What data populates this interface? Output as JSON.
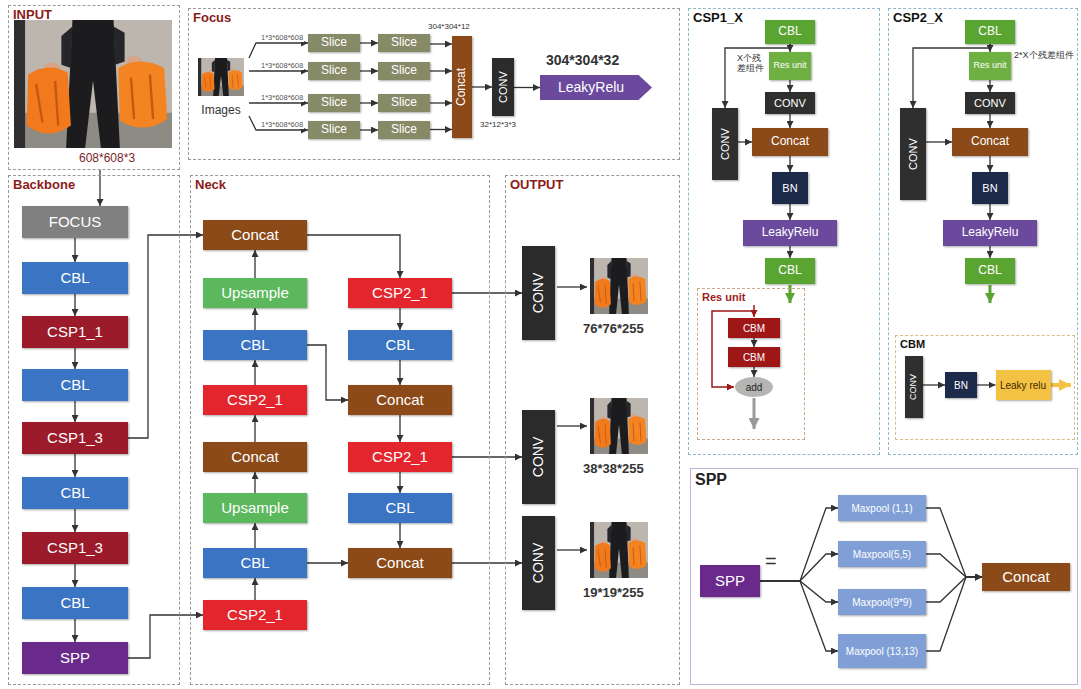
{
  "diagram": {
    "nodes": [
      {
        "text": [
          "INPUT",
          "608*608*3"
        ]
      },
      {
        "text": [
          "Focus"
        ]
      },
      {
        "text": [
          "Images"
        ],
        "in": 1
      },
      {
        "text": [
          "Slice"
        ],
        "in": 1
      },
      {
        "text": [
          "Slice"
        ],
        "in": 1
      },
      {
        "text": [
          "Slice"
        ],
        "in": 1
      },
      {
        "text": [
          "Slice"
        ],
        "in": 1
      },
      {
        "text": [
          "Slice"
        ],
        "in": 1
      },
      {
        "text": [
          "Slice"
        ],
        "in": 1
      },
      {
        "text": [
          "Slice"
        ],
        "in": 1
      },
      {
        "text": [
          "Slice"
        ],
        "in": 1
      },
      {
        "text": [
          "Concat"
        ],
        "in": 1
      },
      {
        "text": [
          "CONV"
        ],
        "in": 1
      },
      {
        "text": [
          "LeakyRelu"
        ],
        "in": 1
      },
      {
        "text": [
          "CSP1_X"
        ]
      },
      {
        "text": [
          "CBL"
        ],
        "in": 14
      },
      {
        "text": [
          "Res unit"
        ],
        "in": 14
      },
      {
        "text": [
          "CONV"
        ],
        "in": 14
      },
      {
        "text": [
          "Concat"
        ],
        "in": 14
      },
      {
        "text": [
          "BN"
        ],
        "in": 14
      },
      {
        "text": [
          "LeakyRelu"
        ],
        "in": 14
      },
      {
        "text": [
          "CBL"
        ],
        "in": 14
      },
      {
        "text": [
          "CONV"
        ],
        "in": 14
      },
      {
        "text": [
          "Res unit"
        ],
        "in": 14
      },
      {
        "text": [
          "CBM"
        ],
        "in": 23
      },
      {
        "text": [
          "CBM"
        ],
        "in": 23
      },
      {
        "text": [
          "add"
        ],
        "in": 23
      },
      {
        "text": [
          "CSP2_X"
        ]
      },
      {
        "text": [
          "CBL"
        ],
        "in": 27
      },
      {
        "text": [
          "Res unit"
        ],
        "in": 27
      },
      {
        "text": [
          "CONV"
        ],
        "in": 27
      },
      {
        "text": [
          "Concat"
        ],
        "in": 27
      },
      {
        "text": [
          "BN"
        ],
        "in": 27
      },
      {
        "text": [
          "LeakyRelu"
        ],
        "in": 27
      },
      {
        "text": [
          "CBL"
        ],
        "in": 27
      },
      {
        "text": [
          "CONV"
        ],
        "in": 27
      },
      {
        "text": [
          "CBM"
        ],
        "in": 27
      },
      {
        "text": [
          "CONV"
        ],
        "in": 36
      },
      {
        "text": [
          "BN"
        ],
        "in": 36
      },
      {
        "text": [
          "Leaky relu"
        ],
        "in": 36
      },
      {
        "text": [
          "Backbone"
        ]
      },
      {
        "text": [
          "FOCUS"
        ],
        "in": 40
      },
      {
        "text": [
          "CBL"
        ],
        "in": 40
      },
      {
        "text": [
          "CSP1_1"
        ],
        "in": 40
      },
      {
        "text": [
          "CBL"
        ],
        "in": 40
      },
      {
        "text": [
          "CSP1_3"
        ],
        "in": 40
      },
      {
        "text": [
          "CBL"
        ],
        "in": 40
      },
      {
        "text": [
          "CSP1_3"
        ],
        "in": 40
      },
      {
        "text": [
          "CBL"
        ],
        "in": 40
      },
      {
        "text": [
          "SPP"
        ],
        "in": 40
      },
      {
        "text": [
          "Neck"
        ]
      },
      {
        "text": [
          "Concat"
        ],
        "in": 50
      },
      {
        "text": [
          "Upsample"
        ],
        "in": 50
      },
      {
        "text": [
          "CSP2_1"
        ],
        "in": 50
      },
      {
        "text": [
          "CBL"
        ],
        "in": 50
      },
      {
        "text": [
          "CBL"
        ],
        "in": 50
      },
      {
        "text": [
          "CSP2_1"
        ],
        "in": 50
      },
      {
        "text": [
          "Concat"
        ],
        "in": 50
      },
      {
        "text": [
          "Concat"
        ],
        "in": 50
      },
      {
        "text": [
          "CSP2_1"
        ],
        "in": 50
      },
      {
        "text": [
          "Upsample"
        ],
        "in": 50
      },
      {
        "text": [
          "CBL"
        ],
        "in": 50
      },
      {
        "text": [
          "CBL"
        ],
        "in": 50
      },
      {
        "text": [
          "Concat"
        ],
        "in": 50
      },
      {
        "text": [
          "CSP2_1"
        ],
        "in": 50
      },
      {
        "text": [
          "OUTPUT"
        ]
      },
      {
        "text": [
          "CONV"
        ],
        "in": 65
      },
      {
        "text": [
          "CONV"
        ],
        "in": 65
      },
      {
        "text": [
          "CONV"
        ],
        "in": 65
      },
      {
        "text": [
          "SPP"
        ]
      },
      {
        "text": [
          "SPP"
        ],
        "in": 69
      },
      {
        "text": [
          "Maxpool (1,1)"
        ],
        "in": 69
      },
      {
        "text": [
          "Maxpool(5,5)"
        ],
        "in": 69
      },
      {
        "text": [
          "Maxpool(9*9)"
        ],
        "in": 69
      },
      {
        "text": [
          "Maxpool (13,13)"
        ],
        "in": 69
      },
      {
        "text": [
          "Concat"
        ],
        "in": 69
      }
    ],
    "edges": [
      {
        "from": 2,
        "to": 3,
        "label": "1*3*608*608",
        "arrow": "to"
      },
      {
        "from": 2,
        "to": 5,
        "label": "1*3*608*608",
        "arrow": "to"
      },
      {
        "from": 2,
        "to": 7,
        "label": "1*3*608*608",
        "arrow": "to"
      },
      {
        "from": 2,
        "to": 9,
        "label": "1*3*608*608",
        "arrow": "to"
      },
      {
        "from": 3,
        "to": 4,
        "arrow": "to"
      },
      {
        "from": 5,
        "to": 6,
        "arrow": "to"
      },
      {
        "from": 7,
        "to": 8,
        "arrow": "to"
      },
      {
        "from": 9,
        "to": 10,
        "arrow": "to"
      },
      {
        "from": 4,
        "to": 11,
        "arrow": "to"
      },
      {
        "from": 6,
        "to": 11,
        "arrow": "to"
      },
      {
        "from": 8,
        "to": 11,
        "arrow": "to"
      },
      {
        "from": 10,
        "to": 11,
        "arrow": "to"
      },
      {
        "from": 11,
        "to": 12,
        "arrow": "to"
      },
      {
        "from": 12,
        "to": 13,
        "arrow": "to"
      },
      {
        "from": 15,
        "to": 16,
        "arrow": "to"
      },
      {
        "from": 16,
        "to": 17,
        "arrow": "to"
      },
      {
        "from": 17,
        "to": 18,
        "arrow": "to"
      },
      {
        "from": 18,
        "to": 19,
        "arrow": "to"
      },
      {
        "from": 19,
        "to": 20,
        "arrow": "to"
      },
      {
        "from": 20,
        "to": 21,
        "arrow": "to"
      },
      {
        "from": 15,
        "to": 22,
        "arrow": "to"
      },
      {
        "from": 22,
        "to": 18,
        "arrow": "to"
      },
      {
        "from": 24,
        "to": 25,
        "arrow": "to"
      },
      {
        "from": 25,
        "to": 26,
        "arrow": "to"
      },
      {
        "from": 28,
        "to": 29,
        "arrow": "to"
      },
      {
        "from": 29,
        "to": 30,
        "arrow": "to"
      },
      {
        "from": 30,
        "to": 31,
        "arrow": "to"
      },
      {
        "from": 31,
        "to": 32,
        "arrow": "to"
      },
      {
        "from": 32,
        "to": 33,
        "arrow": "to"
      },
      {
        "from": 33,
        "to": 34,
        "arrow": "to"
      },
      {
        "from": 28,
        "to": 35,
        "arrow": "to"
      },
      {
        "from": 35,
        "to": 31,
        "arrow": "to"
      },
      {
        "from": 37,
        "to": 38,
        "arrow": "to"
      },
      {
        "from": 38,
        "to": 39,
        "arrow": "to"
      },
      {
        "from": 0,
        "to": 41,
        "arrow": "to"
      },
      {
        "from": 41,
        "to": 42,
        "arrow": "to"
      },
      {
        "from": 42,
        "to": 43,
        "arrow": "to"
      },
      {
        "from": 43,
        "to": 44,
        "arrow": "to"
      },
      {
        "from": 44,
        "to": 45,
        "arrow": "to"
      },
      {
        "from": 45,
        "to": 46,
        "arrow": "to"
      },
      {
        "from": 46,
        "to": 47,
        "arrow": "to"
      },
      {
        "from": 47,
        "to": 48,
        "arrow": "to"
      },
      {
        "from": 48,
        "to": 49,
        "arrow": "to"
      },
      {
        "from": 45,
        "to": 51,
        "arrow": "to"
      },
      {
        "from": 49,
        "to": 64,
        "arrow": "to"
      },
      {
        "from": 64,
        "to": 62,
        "arrow": "to"
      },
      {
        "from": 62,
        "to": 60,
        "arrow": "to"
      },
      {
        "from": 60,
        "to": 58,
        "arrow": "to"
      },
      {
        "from": 58,
        "to": 56,
        "arrow": "to"
      },
      {
        "from": 56,
        "to": 54,
        "arrow": "to"
      },
      {
        "from": 54,
        "to": 52,
        "arrow": "to"
      },
      {
        "from": 52,
        "to": 51,
        "arrow": "to"
      },
      {
        "from": 51,
        "to": 53,
        "arrow": "to"
      },
      {
        "from": 53,
        "to": 55,
        "arrow": "to"
      },
      {
        "from": 55,
        "to": 57,
        "arrow": "to"
      },
      {
        "from": 57,
        "to": 59,
        "arrow": "to"
      },
      {
        "from": 59,
        "to": 61,
        "arrow": "to"
      },
      {
        "from": 61,
        "to": 63,
        "arrow": "to"
      },
      {
        "from": 54,
        "to": 57,
        "arrow": "to"
      },
      {
        "from": 62,
        "to": 63,
        "arrow": "to"
      },
      {
        "from": 53,
        "to": 66,
        "arrow": "to"
      },
      {
        "from": 59,
        "to": 67,
        "arrow": "to"
      },
      {
        "from": 63,
        "to": 68,
        "arrow": "to"
      },
      {
        "from": 70,
        "to": 71,
        "arrow": "to"
      },
      {
        "from": 70,
        "to": 72,
        "arrow": "to"
      },
      {
        "from": 70,
        "to": 73,
        "arrow": "to"
      },
      {
        "from": 70,
        "to": 74,
        "arrow": "to"
      },
      {
        "from": 71,
        "to": 75,
        "arrow": "to"
      },
      {
        "from": 72,
        "to": 75,
        "arrow": "to"
      },
      {
        "from": 73,
        "to": 75,
        "arrow": "to"
      },
      {
        "from": 74,
        "to": 75,
        "arrow": "to"
      }
    ],
    "labels": [
      "304*304*12",
      "304*304*32",
      "32*12*3*3",
      "X个残差组件",
      "2*X个残差组件",
      "76*76*255",
      "38*38*255",
      "19*19*255",
      "="
    ]
  }
}
